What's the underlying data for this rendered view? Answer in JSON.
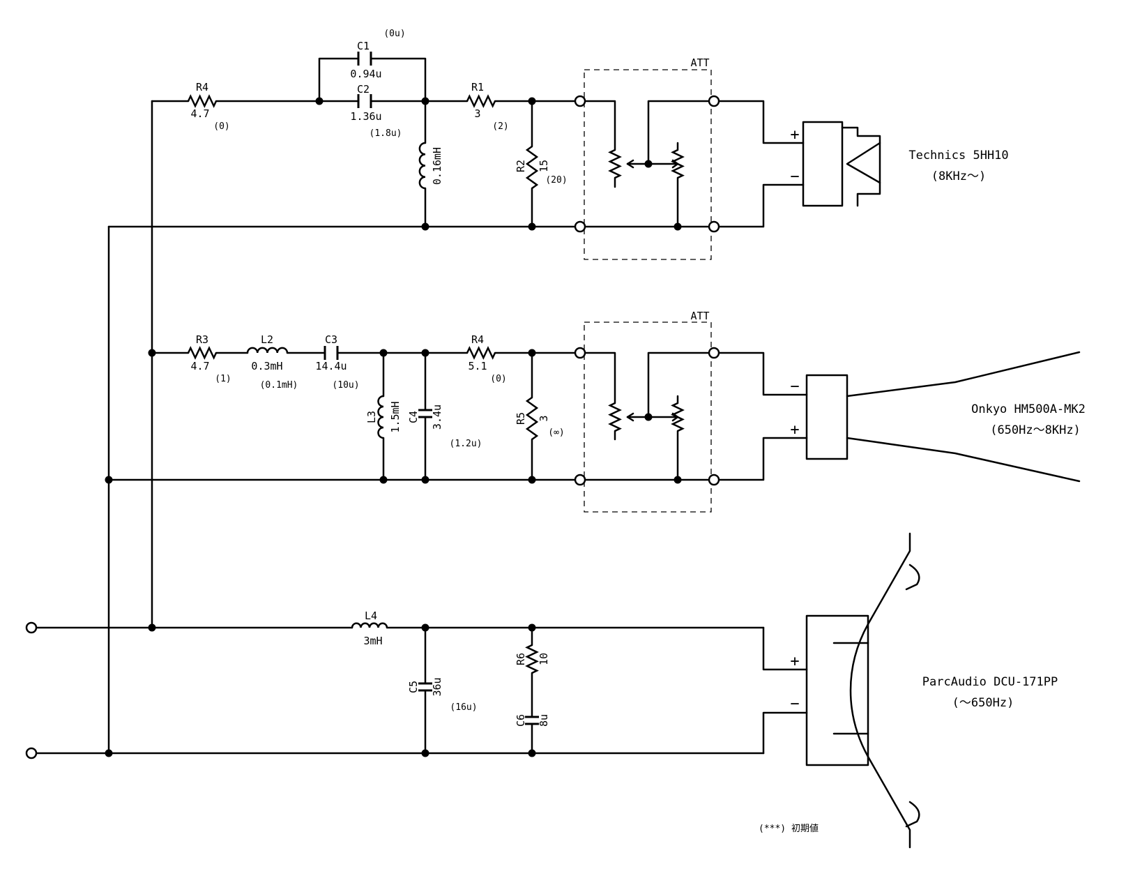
{
  "components": {
    "C1": {
      "name": "C1",
      "value": "0.94u",
      "initial": "(0u)"
    },
    "C2": {
      "name": "C2",
      "value": "1.36u",
      "initial": "(1.8u)"
    },
    "R4_top": {
      "name": "R4",
      "value": "4.7",
      "initial": "(0)"
    },
    "L1": {
      "value": "0.16mH"
    },
    "R1": {
      "name": "R1",
      "value": "3",
      "initial": "(2)"
    },
    "R2": {
      "name": "R2",
      "value": "15",
      "initial": "(20)"
    },
    "R3": {
      "name": "R3",
      "value": "4.7",
      "initial": "(1)"
    },
    "L2": {
      "name": "L2",
      "value": "0.3mH",
      "initial": "(0.1mH)"
    },
    "C3": {
      "name": "C3",
      "value": "14.4u",
      "initial": "(10u)"
    },
    "L3": {
      "name": "L3",
      "value": "1.5mH"
    },
    "C4": {
      "name": "C4",
      "value": "3.4u",
      "initial": "(1.2u)"
    },
    "R4_mid": {
      "name": "R4",
      "value": "5.1",
      "initial": "(0)"
    },
    "R5": {
      "name": "R5",
      "value": "3",
      "initial": "(∞)"
    },
    "L4": {
      "name": "L4",
      "value": "3mH"
    },
    "C5": {
      "name": "C5",
      "value": "36u",
      "initial": "(16u)"
    },
    "R6": {
      "name": "R6",
      "value": "10"
    },
    "C6": {
      "name": "C6",
      "value": "8u"
    }
  },
  "attenuators": [
    {
      "label": "ATT"
    },
    {
      "label": "ATT"
    }
  ],
  "speakers": [
    {
      "model": "Technics 5HH10",
      "range": "(8KHz～)",
      "pos_sign": "+",
      "neg_sign": "−"
    },
    {
      "model": "Onkyo HM500A-MK2",
      "range": "(650Hz～8KHz)",
      "pos_sign": "+",
      "neg_sign": "−"
    },
    {
      "model": "ParcAudio DCU-171PP",
      "range": "(～650Hz)",
      "pos_sign": "+",
      "neg_sign": "−"
    }
  ],
  "note": "(***) 初期値"
}
